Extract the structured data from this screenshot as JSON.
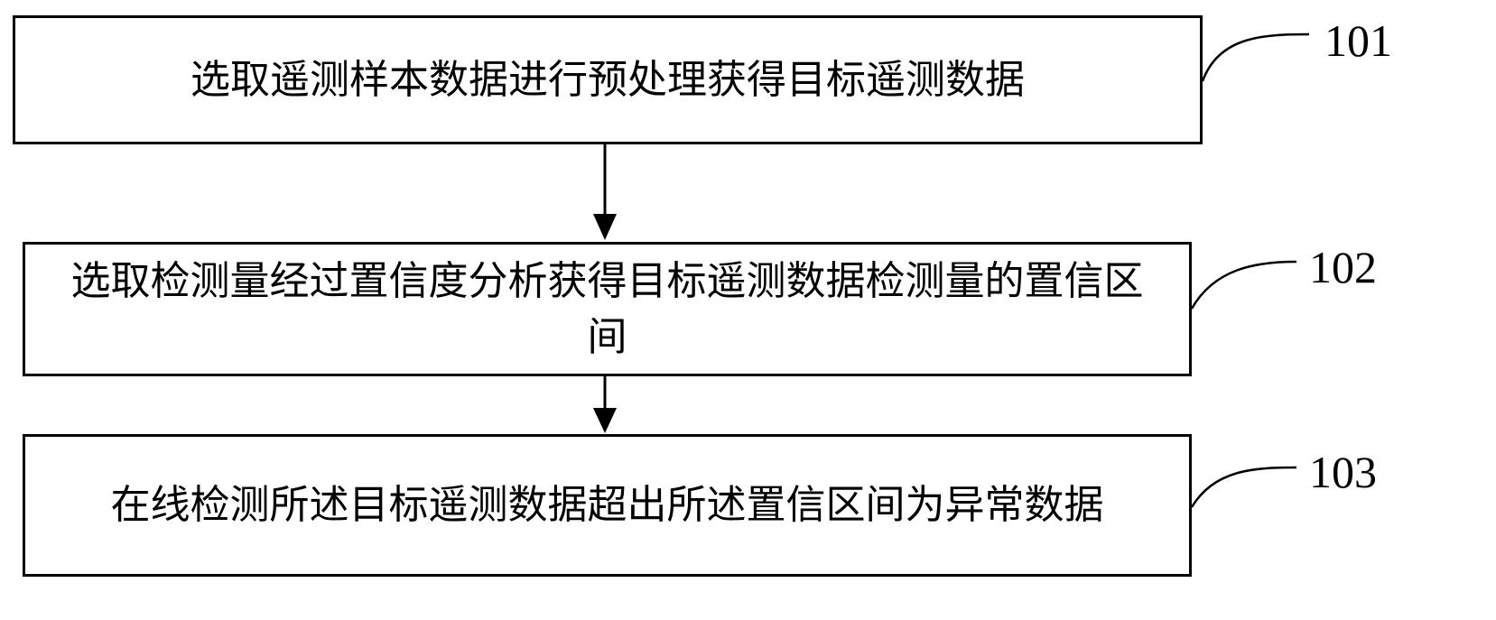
{
  "steps": [
    {
      "id": "101",
      "text": "选取遥测样本数据进行预处理获得目标遥测数据"
    },
    {
      "id": "102",
      "text": "选取检测量经过置信度分析获得目标遥测数据检测量的置信区间"
    },
    {
      "id": "103",
      "text": "在线检测所述目标遥测数据超出所述置信区间为异常数据"
    }
  ],
  "colors": {
    "stroke": "#000000",
    "background": "#ffffff"
  }
}
